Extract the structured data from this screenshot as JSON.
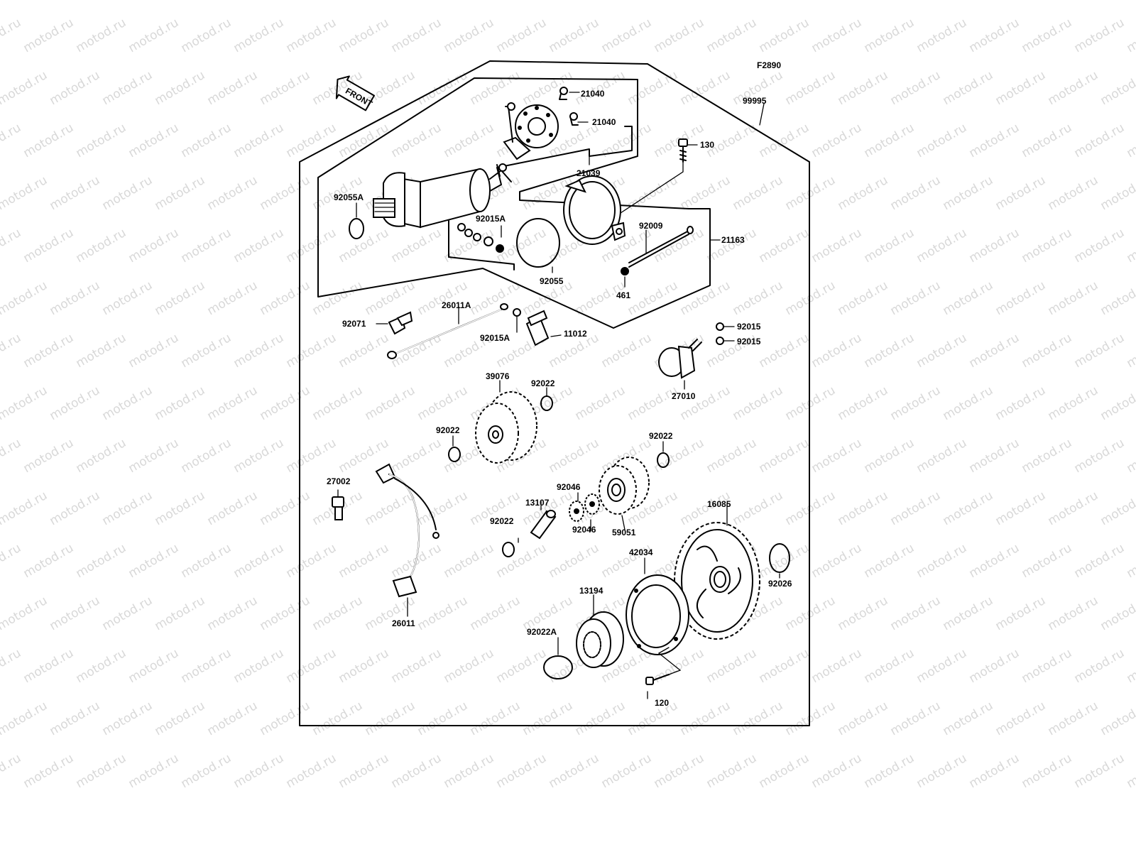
{
  "figure_code": "F2890",
  "front_label": "FRONT",
  "watermark": "motod.ru",
  "part_labels": {
    "p99995": "99995",
    "p21040_a": "21040",
    "p21040_b": "21040",
    "p130": "130",
    "p21039": "21039",
    "p92055A": "92055A",
    "p92015A_a": "92015A",
    "p92009": "92009",
    "p21163": "21163",
    "p92055": "92055",
    "p461": "461",
    "p92071": "92071",
    "p26011A": "26011A",
    "p92015A_b": "92015A",
    "p11012": "11012",
    "p92015_a": "92015",
    "p92015_b": "92015",
    "p27010": "27010",
    "p39076": "39076",
    "p92022_a": "92022",
    "p92022_b": "92022",
    "p92022_c": "92022",
    "p92022_d": "92022",
    "p27002": "27002",
    "p92046_a": "92046",
    "p92046_b": "92046",
    "p13107": "13107",
    "p59051": "59051",
    "p16085": "16085",
    "p42034": "42034",
    "p92026": "92026",
    "p13194": "13194",
    "p92022A": "92022A",
    "p120": "120",
    "p26011": "26011"
  }
}
